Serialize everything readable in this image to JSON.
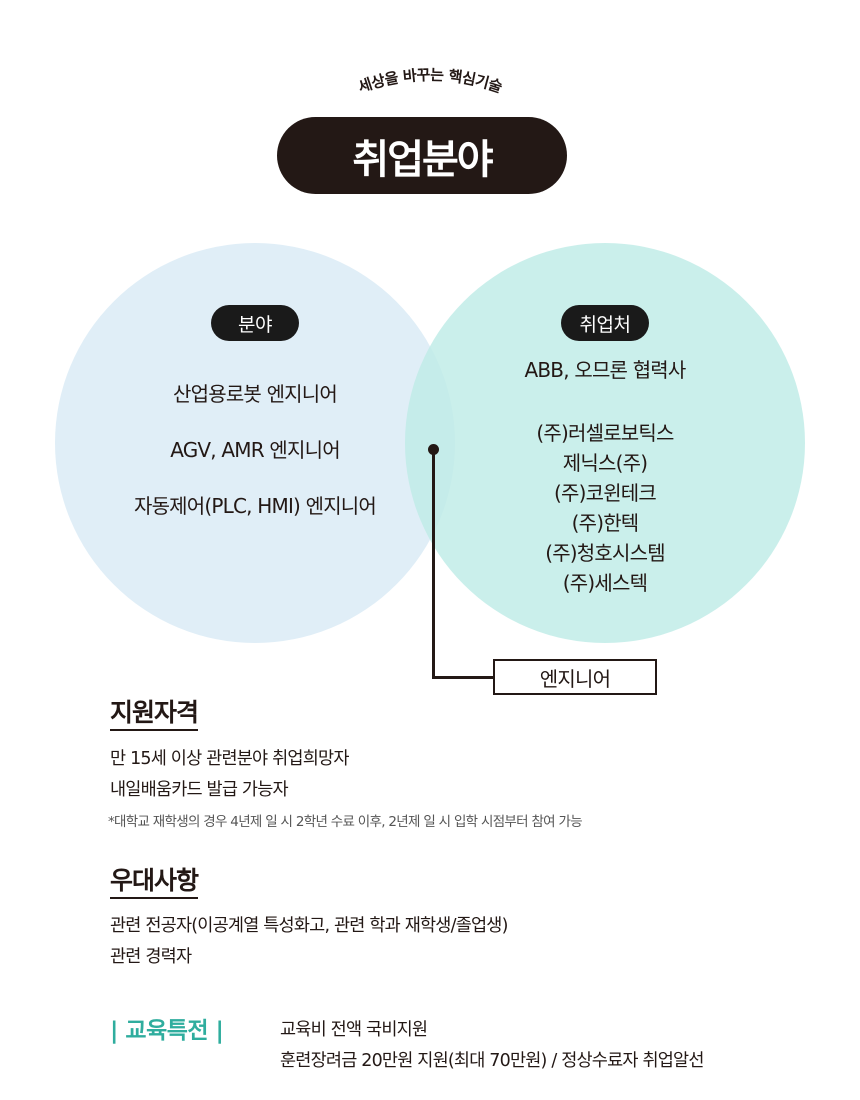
{
  "header": {
    "arc_subtitle": "세상을 바꾸는 핵심기술",
    "title": "취업분야"
  },
  "venn": {
    "colors": {
      "left_circle": "#e0eef7",
      "right_circle": "#c6efeb",
      "badge_bg": "#1a1a1a"
    },
    "left": {
      "badge": "분야",
      "items": [
        "산업용로봇 엔지니어",
        "AGV, AMR 엔지니어",
        "자동제어(PLC, HMI) 엔지니어"
      ]
    },
    "right": {
      "badge": "취업처",
      "headline": "ABB, 오므론 협력사",
      "items": [
        "(주)러셀로보틱스",
        "제닉스(주)",
        "(주)코윈테크",
        "(주)한텍",
        "(주)청호시스템",
        "(주)세스텍"
      ]
    },
    "intersection_label": "엔지니어"
  },
  "qualifications": {
    "title": "지원자격",
    "lines": [
      "만 15세 이상 관련분야 취업희망자",
      "내일배움카드 발급 가능자"
    ],
    "note": "*대학교 재학생의 경우 4년제 일 시 2학년 수료 이후, 2년제 일 시 입학 시점부터 참여 가능"
  },
  "preferences": {
    "title": "우대사항",
    "lines": [
      "관련 전공자(이공계열 특성화고, 관련 학과 재학생/졸업생)",
      "관련 경력자"
    ]
  },
  "benefits": {
    "label": "| 교육특전 |",
    "accent_color": "#2fad9e",
    "lines": [
      "교육비 전액 국비지원",
      "훈련장려금 20만원 지원(최대 70만원) / 정상수료자 취업알선"
    ]
  }
}
